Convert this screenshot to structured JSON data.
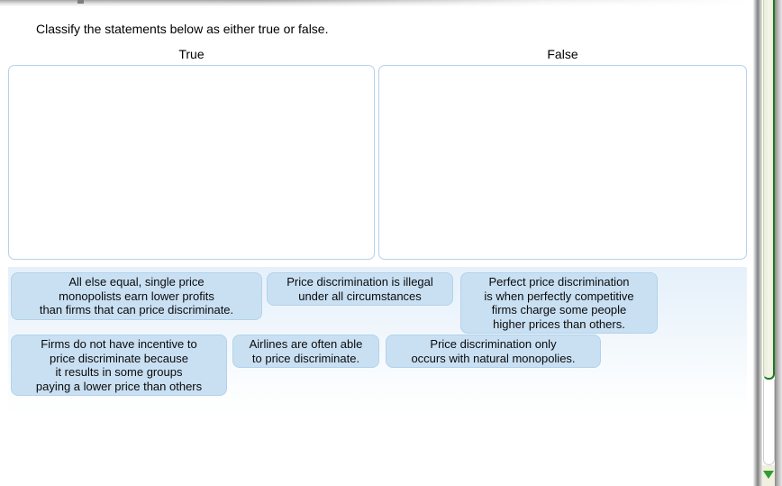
{
  "instruction": "Classify the statements below as either true or false.",
  "bins": [
    {
      "label": "True"
    },
    {
      "label": "False"
    }
  ],
  "statements": [
    {
      "text": "All else equal, single price\nmonopolists earn lower profits\nthan firms that can price discriminate."
    },
    {
      "text": "Price discrimination is illegal\nunder all circumstances"
    },
    {
      "text": "Perfect price discrimination\nis when perfectly competitive\nfirms charge some people\nhigher prices than others."
    },
    {
      "text": "Firms do not have incentive to\nprice discriminate because\nit results in some groups\npaying a lower price than others"
    },
    {
      "text": "Airlines are often able\nto price discriminate."
    },
    {
      "text": "Price discrimination only\noccurs with natural monopolies."
    }
  ],
  "icons": {
    "scroll_down": "triangle-down"
  },
  "colors": {
    "chip_fill": "#c9e0f3",
    "chip_border": "#b3d2ea",
    "dropzone_border": "#b5d1ea",
    "bank_panel_top": "#e5f0fa",
    "scrollbar_green_dark": "#1e7a1e",
    "scrollbar_green_light": "#c6dca2",
    "scrollbar_arrow_green": "#2f9e2f",
    "scrollbar_face": "#f1f1e3"
  }
}
